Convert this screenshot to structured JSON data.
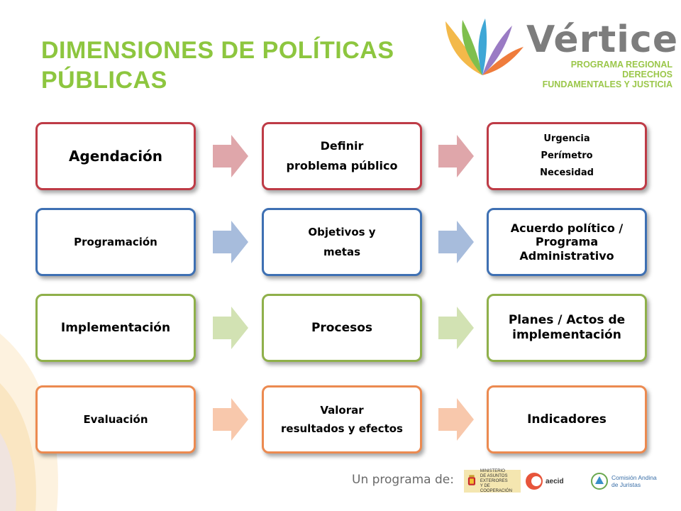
{
  "title": {
    "line1": "DIMENSIONES DE POLÍTICAS",
    "line2": "PÚBLICAS"
  },
  "logo": {
    "name": "Vértice",
    "sub_line1": "PROGRAMA REGIONAL DERECHOS",
    "sub_line2": "FUNDAMENTALES Y JUSTICIA"
  },
  "rows": [
    {
      "color": "#be3b46",
      "arrow_color": "#dfa6aa",
      "boxes": [
        {
          "lines": [
            "Agendación"
          ]
        },
        {
          "lines": [
            "Definir",
            "problema público"
          ]
        },
        {
          "lines": [
            "Urgencia",
            "Perímetro",
            "Necesidad"
          ]
        }
      ]
    },
    {
      "color": "#3e70b3",
      "arrow_color": "#a7bcdc",
      "boxes": [
        {
          "lines": [
            "Programación"
          ]
        },
        {
          "lines": [
            "Objetivos y",
            "metas"
          ]
        },
        {
          "lines": [
            "Acuerdo político /",
            "Programa",
            "Administrativo"
          ]
        }
      ]
    },
    {
      "color": "#8fb04a",
      "arrow_color": "#d2e2b3",
      "boxes": [
        {
          "lines": [
            "Implementación"
          ]
        },
        {
          "lines": [
            "Procesos"
          ]
        },
        {
          "lines": [
            "Planes / Actos de",
            "implementación"
          ]
        }
      ]
    },
    {
      "color": "#ec8a50",
      "arrow_color": "#f8c8ac",
      "boxes": [
        {
          "lines": [
            "Evaluación"
          ]
        },
        {
          "lines": [
            "Valorar",
            "resultados y efectos"
          ]
        },
        {
          "lines": [
            "Indicadores"
          ]
        }
      ]
    }
  ],
  "footer": {
    "text": "Un programa de:",
    "ministerio_line1": "MINISTERIO",
    "ministerio_line2": "DE ASUNTOS EXTERIORES",
    "ministerio_line3": "Y DE COOPERACIÓN",
    "aecid": "aecid",
    "cajline1": "Comisión Andina",
    "cajline2": "de Juristas"
  }
}
